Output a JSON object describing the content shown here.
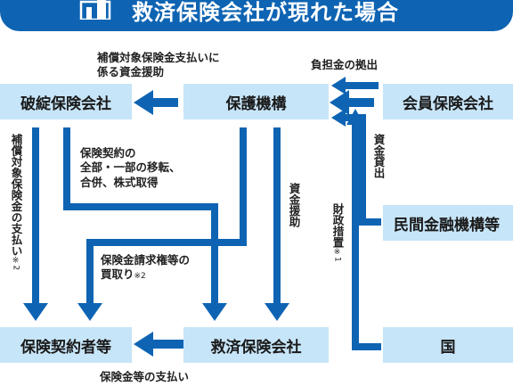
{
  "header": {
    "title": "救済保険会社が現れた場合"
  },
  "boxes": {
    "failed": "破綻保険会社",
    "fund": "保護機構",
    "member": "会員保険会社",
    "private": "民間金融機構等",
    "holders": "保険契約者等",
    "rescue": "救済保険会社",
    "country": "国"
  },
  "labels": {
    "compensation_top_line1": "補償対象保険金支払いに",
    "compensation_top_line2": "係る資金援助",
    "contribution": "負担金の拠出",
    "loan": "資金貸出",
    "measures": "財政措置",
    "measures_note": "※1",
    "transfer_line1": "保険契約の",
    "transfer_line2": "全部・一部の移転、",
    "transfer_line3": "合併、株式取得",
    "assist": "資金援助",
    "claims_line1": "保険金請求権等の",
    "claims_line2": "買取り",
    "claims_note": "※2",
    "comp_payment": "補償対象保険金の支払い",
    "comp_payment_note": "※2",
    "payment": "保険金等の支払い"
  }
}
